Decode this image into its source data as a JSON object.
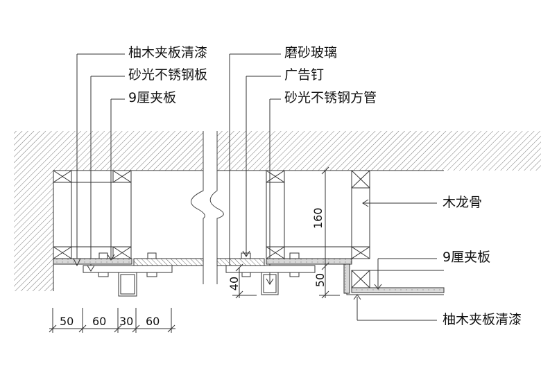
{
  "title": "吊顶节点剖面详图",
  "colors": {
    "line": "#333333",
    "hatch": "#666666",
    "text": "#111111",
    "background": "#ffffff"
  },
  "labels": {
    "left": [
      {
        "id": "teak-veneer-clear-lacquer",
        "text": "柚木夹板清漆"
      },
      {
        "id": "frosted-stainless-plate",
        "text": "砂光不锈钢板"
      },
      {
        "id": "plywood-9mm",
        "text": "9厘夹板"
      }
    ],
    "middle": [
      {
        "id": "frosted-glass",
        "text": "磨砂玻璃"
      },
      {
        "id": "advertising-nail",
        "text": "广告钉"
      },
      {
        "id": "frosted-stainless-square-tube",
        "text": "砂光不锈钢方管"
      }
    ],
    "right": [
      {
        "id": "wood-keel",
        "text": "木龙骨"
      },
      {
        "id": "plywood-9mm-right",
        "text": "9厘夹板"
      },
      {
        "id": "teak-veneer-clear-lacquer-right",
        "text": "柚木夹板清漆"
      }
    ]
  },
  "dimensions": {
    "horizontal": [
      "50",
      "60",
      "30",
      "60"
    ],
    "vertical_height": "160",
    "drop_left": "40",
    "drop_right": "50"
  },
  "symbols": {
    "break_line": "break-line-symbol",
    "hatch": "concrete-slab-hatch",
    "keel_cross": "timber-section-cross"
  }
}
